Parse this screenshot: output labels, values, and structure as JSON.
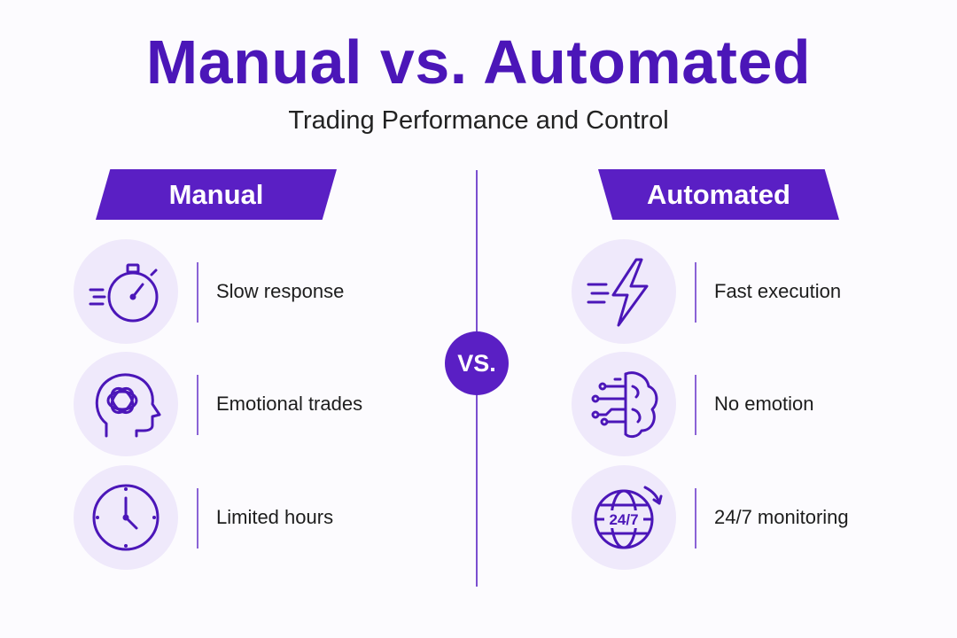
{
  "header": {
    "title": "Manual vs. Automated",
    "subtitle": "Trading Performance and Control"
  },
  "vs_label": "VS.",
  "manual": {
    "heading": "Manual",
    "items": [
      {
        "icon": "stopwatch-icon",
        "label": "Slow response"
      },
      {
        "icon": "head-brain-icon",
        "label": "Emotional trades"
      },
      {
        "icon": "clock-icon",
        "label": "Limited hours"
      }
    ]
  },
  "automated": {
    "heading": "Automated",
    "items": [
      {
        "icon": "lightning-bolt-icon",
        "label": "Fast execution"
      },
      {
        "icon": "circuit-brain-icon",
        "label": "No emotion"
      },
      {
        "icon": "globe-24-7-icon",
        "label": "24/7 monitoring",
        "icon_text": "24/7"
      }
    ]
  },
  "colors": {
    "primary": "#5a1fc4",
    "title": "#4b16b8",
    "icon_bg": "#efe9fb",
    "background": "#fcfbfe"
  }
}
